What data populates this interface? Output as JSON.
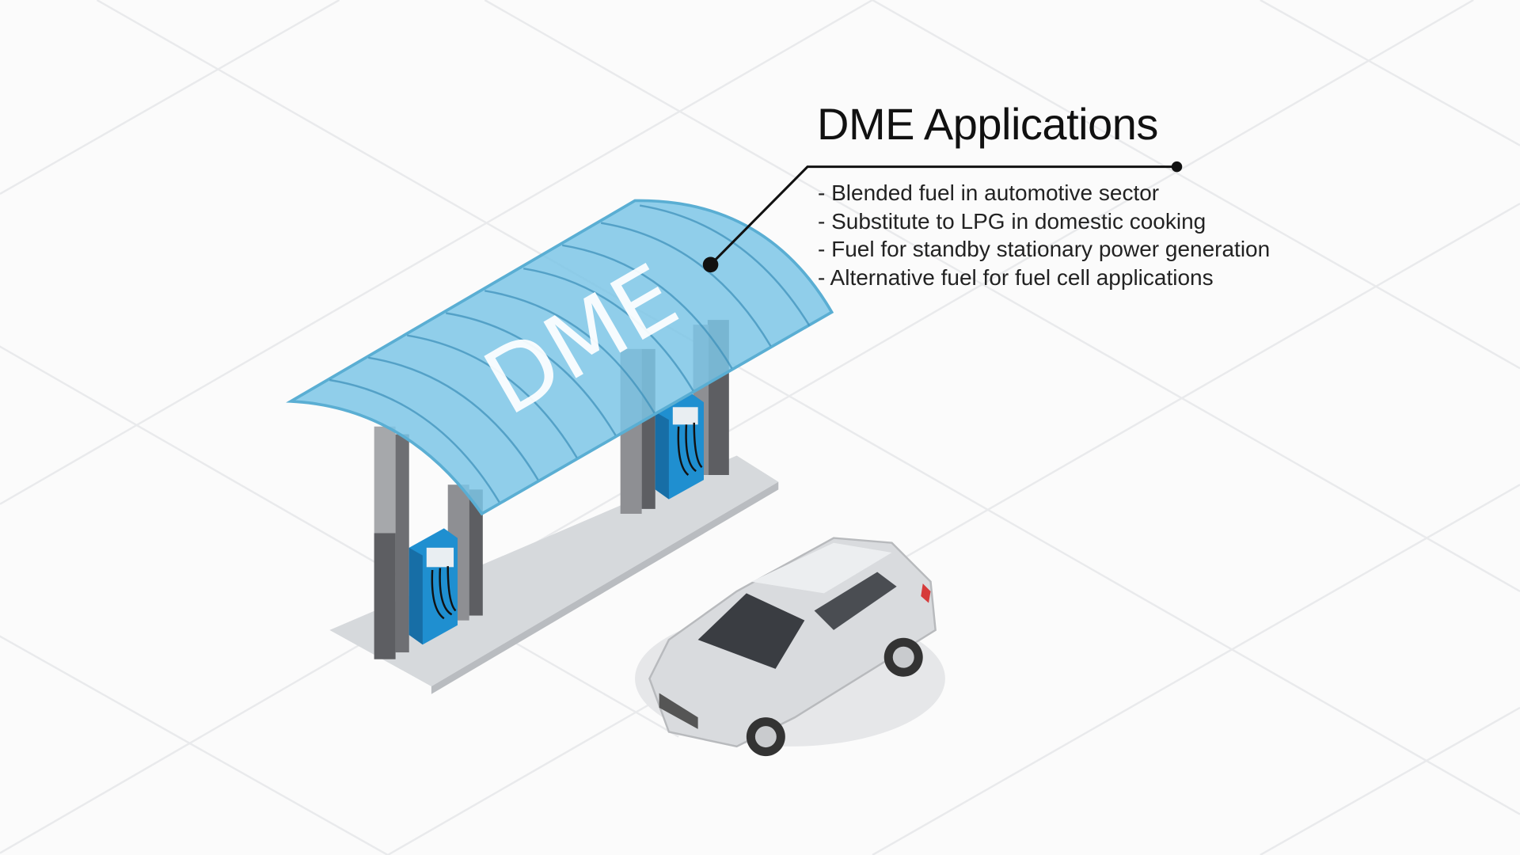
{
  "slide": {
    "title": "DME Applications",
    "bullets": [
      "- Blended fuel in automotive sector",
      "- Substitute to LPG in domestic cooking",
      "- Fuel for standby stationary power generation",
      "- Alternative fuel for fuel cell applications"
    ],
    "canopy_label": "DME"
  },
  "colors": {
    "canopy": "#7cc6e6",
    "pump": "#1f8fd0",
    "pillar": "#8e8f93",
    "car": "#d9dbde"
  }
}
